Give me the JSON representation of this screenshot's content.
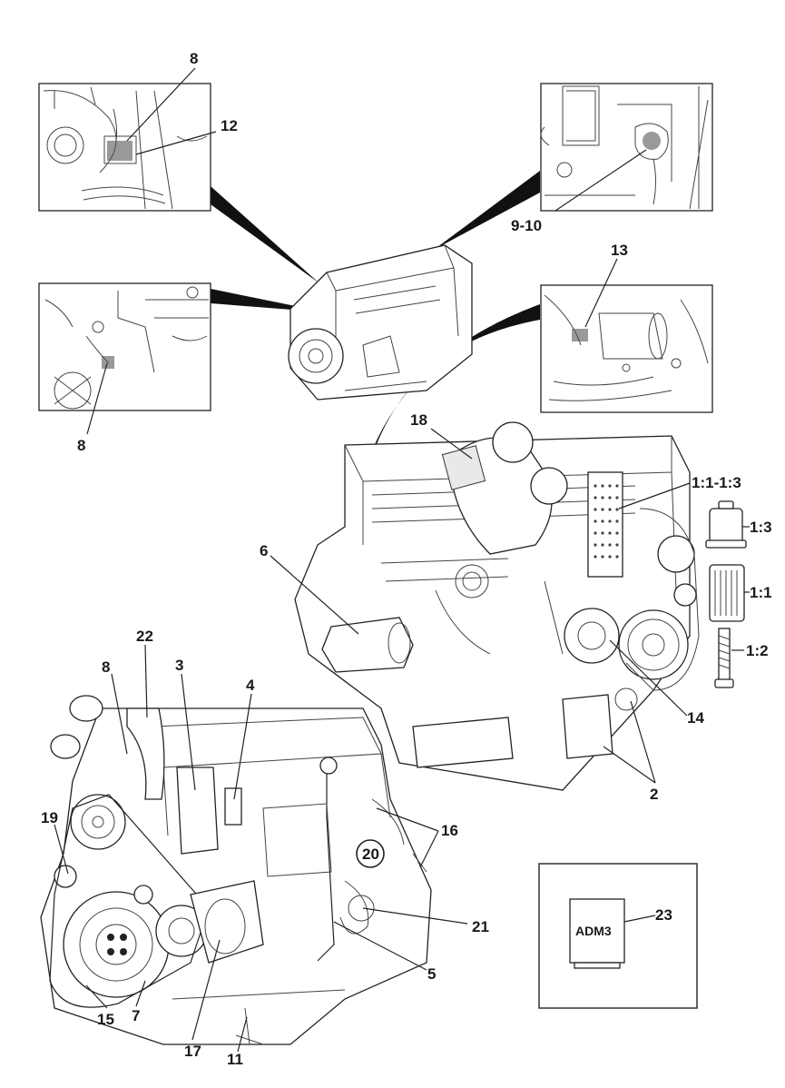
{
  "callouts": {
    "c8_top": "8",
    "c12": "12",
    "c9_10": "9-10",
    "c8_left": "8",
    "c13": "13",
    "c18": "18",
    "c1_1_1_3": "1:1-1:3",
    "c1_3": "1:3",
    "c1_1": "1:1",
    "c1_2": "1:2",
    "c6": "6",
    "c14": "14",
    "c2": "2",
    "c22": "22",
    "c8_bottom": "8",
    "c3": "3",
    "c4": "4",
    "c19": "19",
    "c16": "16",
    "c20": "20",
    "c21": "21",
    "c5": "5",
    "c15": "15",
    "c7": "7",
    "c17": "17",
    "c11": "11",
    "c23": "23"
  },
  "adm_label": "ADM3",
  "icons": {
    "engine_small": "engine-overview-icon",
    "engine_mid": "engine-right-side-icon",
    "engine_left": "engine-left-side-icon",
    "control_unit": "control-unit-icon"
  },
  "colors": {
    "ink": "#1a1a1a",
    "pointer": "#111111",
    "panel_fill": "#f6f6f6"
  }
}
